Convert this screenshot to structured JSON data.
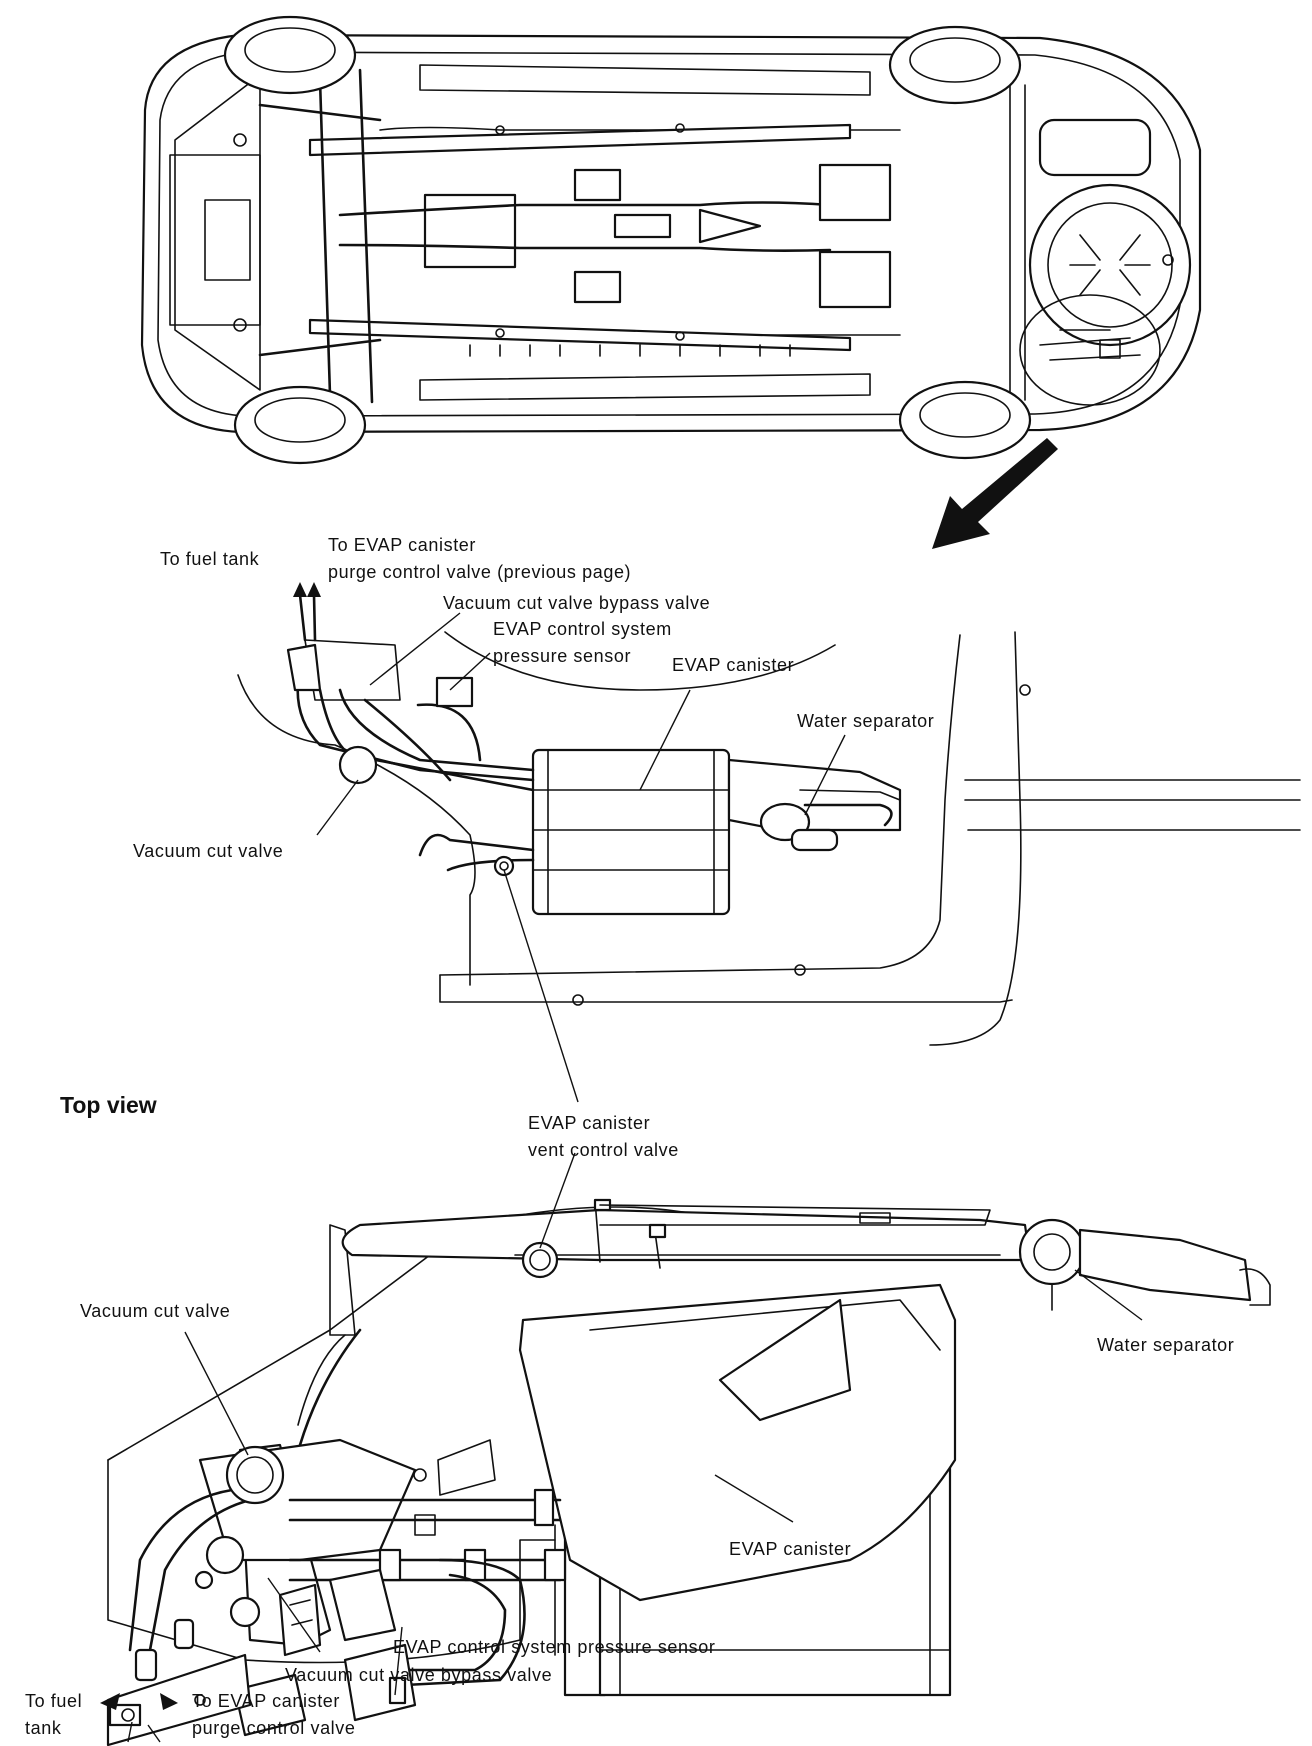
{
  "labels": {
    "top_to_fuel_tank": "To fuel tank",
    "top_to_evap_purge_1": "To EVAP canister",
    "top_to_evap_purge_2": "purge control valve (previous page)",
    "top_vacuum_cut_bypass": "Vacuum cut valve bypass valve",
    "top_pressure_sensor_1": "EVAP control system",
    "top_pressure_sensor_2": "pressure sensor",
    "top_evap_canister": "EVAP canister",
    "top_water_separator": "Water separator",
    "top_vacuum_cut_valve": "Vacuum cut valve",
    "view_heading": "Top view",
    "vent_valve_1": "EVAP canister",
    "vent_valve_2": "vent control valve",
    "bot_vacuum_cut_valve": "Vacuum cut valve",
    "bot_water_separator": "Water separator",
    "bot_evap_canister": "EVAP canister",
    "bot_pressure_sensor": "EVAP control system pressure sensor",
    "bot_vacuum_cut_bypass": "Vacuum cut valve bypass valve",
    "bot_to_fuel_1": "To fuel",
    "bot_to_fuel_2": "tank",
    "bot_to_evap_purge_1": "To EVAP canister",
    "bot_to_evap_purge_2": "purge control valve"
  },
  "icons": {
    "callout_arrow": "arrow-down-left-icon"
  }
}
